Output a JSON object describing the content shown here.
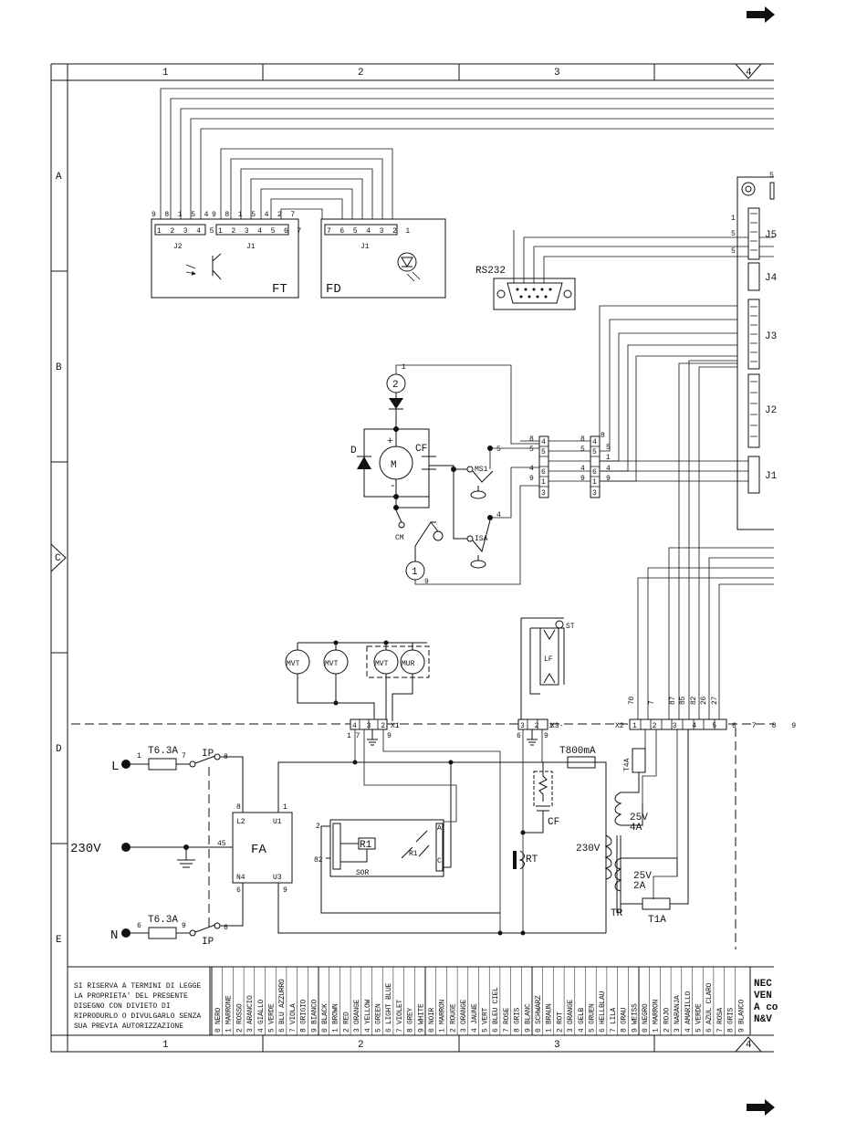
{
  "grid": {
    "columns": [
      "1",
      "2",
      "3",
      "4"
    ],
    "rows": [
      "A",
      "B",
      "C",
      "D",
      "E"
    ]
  },
  "components": {
    "ft_board": {
      "name": "FT",
      "conn_j2": "J2",
      "conn_j1": "J1",
      "pin_numbers_j2": "9 8 1 5 4",
      "pins_j2": "1 2 3 4 5",
      "pin_numbers_j1": "9 8 1 5 4 2 7",
      "pins_j1": "1 2 3 4 5 6 7"
    },
    "fd_board": {
      "name": "FD",
      "conn_j1": "J1",
      "pins": "7 6 5 4 3 2 1"
    },
    "rs232": "RS232",
    "motor": {
      "label": "M",
      "plus": "+",
      "minus": "-",
      "diode": "D",
      "capacitor": "CF"
    },
    "switches": {
      "ms1": "MS1",
      "isa": "ISA",
      "cm": "CM"
    },
    "circles": {
      "two": "2",
      "one": "1"
    },
    "valves": [
      "MVT",
      "MVT",
      "MVT",
      "MUR"
    ],
    "connectors": {
      "x1": "X1",
      "x1_pins": "4 3 2 1",
      "x1_bottom_a": "1 7",
      "x1_bottom_b": "9",
      "x3": "X3-",
      "x3_pins": "3 2 1",
      "x3_bottom_a": "6",
      "x3_bottom_b": "9",
      "x2": "X2",
      "x2_pins": "1 2 3 4 5 6 7 8 9",
      "x2_wires": [
        "70",
        "7",
        "87",
        "85",
        "82",
        "26",
        "27"
      ]
    },
    "lamp": {
      "st": "ST",
      "lf": "LF",
      "cf": "CF"
    },
    "power": {
      "l": "L",
      "n": "N",
      "v230": "230V",
      "fuse_l": "T6.3A",
      "fuse_n": "T6.3A",
      "ip_top": "IP",
      "ip_bottom": "IP",
      "fa": "FA",
      "fa_l2": "L2",
      "fa_u1": "U1",
      "fa_n4": "N4",
      "fa_u3": "U3",
      "n1": "1",
      "n7": "7",
      "n8": "8",
      "n1b": "1",
      "n45": "45",
      "n6": "6",
      "n9": "9",
      "n6b": "6",
      "n9b": "9",
      "n6c": "6",
      "n8b": "8"
    },
    "sor": {
      "label": "SOR",
      "r1a": "R1",
      "r1b": "R1",
      "a": "A",
      "c": "C",
      "n2": "2",
      "n82": "82"
    },
    "transformer": {
      "t800": "T800mA",
      "t4a": "T4A",
      "v25_1": "25V",
      "a4": "4A",
      "v230": "230V",
      "v25_2": "25V",
      "a2": "2A",
      "tr": "TR",
      "t1a": "T1A",
      "rt": "RT"
    },
    "wire_nums": {
      "w1": "1",
      "w5": "5",
      "w4": "4",
      "w9": "9",
      "c1": [
        "8",
        "5",
        "4",
        "9"
      ],
      "c1_pins": [
        "4",
        "5",
        "6",
        "1",
        "3"
      ],
      "c2": [
        "8",
        "5",
        "4",
        "9"
      ],
      "c2_pins": [
        "4",
        "5",
        "6",
        "1",
        "3"
      ],
      "c3": [
        "8",
        "5",
        "1",
        "4",
        "9"
      ],
      "j5": [
        "1",
        "5",
        "5"
      ]
    },
    "right_connectors": [
      "J5",
      "J4",
      "J3",
      "J2",
      "J1"
    ]
  },
  "footer": {
    "notice": [
      "SI RISERVA A TERMINI DI LEGGE",
      "LA PROPRIETA' DEL PRESENTE",
      "DISEGNO CON DIVIETO DI",
      "RIPRODURLO O DIVULGARLO SENZA",
      "SUA PREVIA AUTORIZZAZIONE"
    ],
    "colour_codes": [
      "0 NERO",
      "1 MARRONE",
      "2 ROSSO",
      "3 ARANCIO",
      "4 GIALLO",
      "5 VERDE",
      "6 BLU AZZURRO",
      "7 VIOLA",
      "8 GRIGIO",
      "9 BIANCO",
      "0 BLACK",
      "1 BROWN",
      "2 RED",
      "3 ORANGE",
      "4 YELLOW",
      "5 GREEN",
      "6 LIGHT BLUE",
      "7 VIOLET",
      "8 GREY",
      "9 WHITE",
      "0 NOIR",
      "1 MARRON",
      "2 ROUGE",
      "3 ORANGE",
      "4 JAUNE",
      "5 VERT",
      "6 BLEU CIEL",
      "7 ROSE",
      "8 GRIS",
      "9 BLANC",
      "0 SCHWARZ",
      "1 BRAUN",
      "2 ROT",
      "3 ORANGE",
      "4 GELB",
      "5 GRUEN",
      "6 HELLBLAU",
      "7 LILA",
      "8 GRAU",
      "9 WEISS",
      "0 NEGRO",
      "1 MARRON",
      "2 ROJO",
      "3 NARANJA",
      "4 AMARILLO",
      "5 VERDE",
      "6 AZUL CLARO",
      "7 ROSA",
      "8 GRIS",
      "9 BLANCO"
    ],
    "title_fragment": [
      "NEC",
      "VEN",
      "A co",
      "N&V"
    ]
  }
}
